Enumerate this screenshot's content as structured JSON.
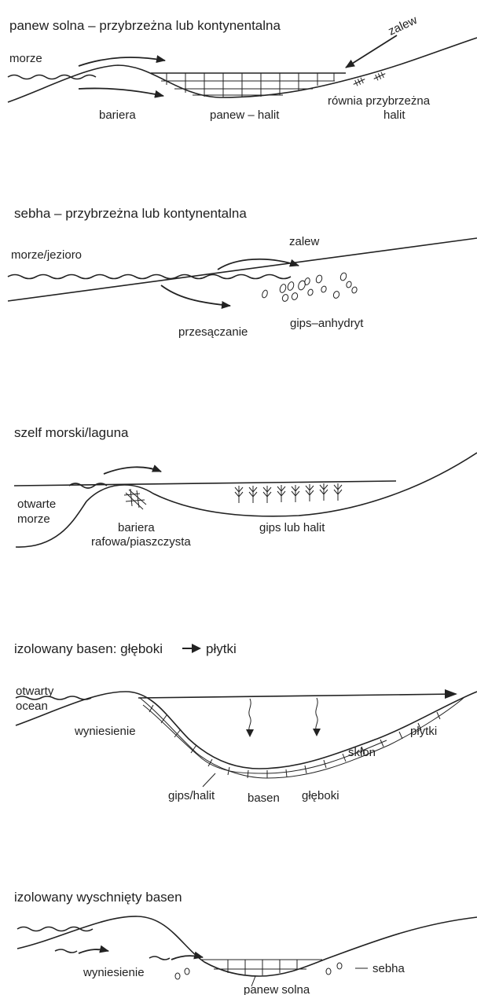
{
  "panels": [
    {
      "title": "panew solna – przybrzeżna lub kontynentalna",
      "labels": {
        "sea": "morze",
        "flood": "zalew",
        "barrier": "bariera",
        "pan": "panew – halit",
        "plain": "równia przybrzeżna",
        "plain_halit": "halit"
      }
    },
    {
      "title": "sebha – przybrzeżna lub kontynentalna",
      "labels": {
        "sea": "morze/jezioro",
        "flood": "zalew",
        "seepage": "przesączanie",
        "gypsum": "gips–anhydryt"
      }
    },
    {
      "title": "szelf morski/laguna",
      "labels": {
        "open_sea_1": "otwarte",
        "open_sea_2": "morze",
        "barrier_1": "bariera",
        "barrier_2": "rafowa/piaszczysta",
        "deposit": "gips lub halit"
      }
    },
    {
      "title_a": "izolowany basen: głęboki",
      "title_b": "płytki",
      "labels": {
        "ocean_1": "otwarty",
        "ocean_2": "ocean",
        "rise": "wyniesienie",
        "shallow": "płytki",
        "slope": "skłon",
        "deposit": "gips/halit",
        "basin": "basen",
        "deep": "głęboki"
      }
    },
    {
      "title": "izolowany wyschnięty basen",
      "labels": {
        "rise": "wyniesienie",
        "sebha": "sebha",
        "salt_pan": "panew solna"
      }
    }
  ]
}
